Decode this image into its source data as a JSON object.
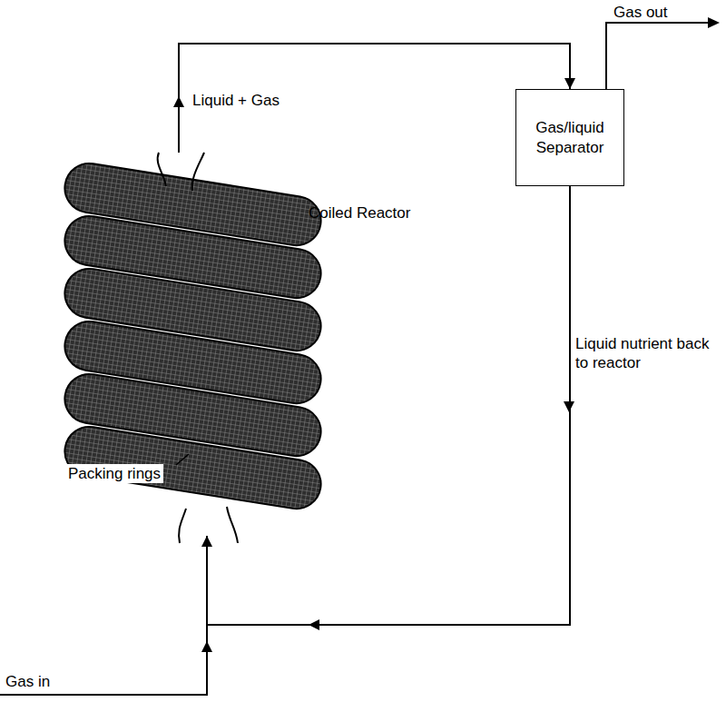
{
  "diagram": {
    "nodes": [
      {
        "text": [
          "Coiled Reactor"
        ]
      },
      {
        "text": [
          "Gas/liquid Separator"
        ]
      }
    ],
    "edges": [
      {
        "from": 0,
        "to": 1,
        "arrow": "to",
        "label": "Liquid + Gas"
      },
      {
        "from": 1,
        "to": 0,
        "arrow": "to",
        "label": "Liquid nutrient back to reactor"
      }
    ],
    "labels": [
      "Gas out",
      "Gas in",
      "Packing rings"
    ]
  }
}
